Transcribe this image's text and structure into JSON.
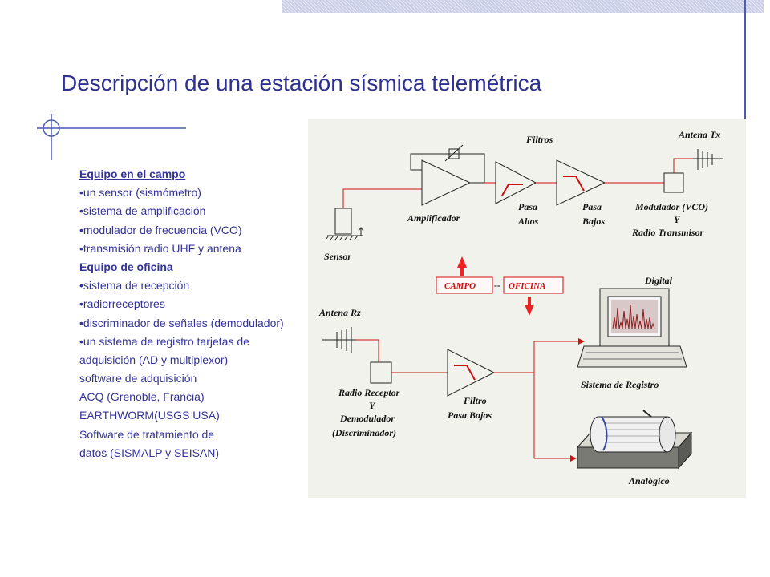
{
  "title": "Descripción de una estación sísmica telemétrica",
  "text_lines": [
    {
      "text": "Equipo en el campo",
      "heading": true
    },
    {
      "text": "•un sensor (sismómetro)",
      "heading": false
    },
    {
      "text": "•sistema de amplificación",
      "heading": false
    },
    {
      "text": "•modulador de frecuencia (VCO)",
      "heading": false
    },
    {
      "text": "•transmisión radio UHF y antena",
      "heading": false
    },
    {
      "text": "Equipo de oficina",
      "heading": true
    },
    {
      "text": "•sistema de recepción",
      "heading": false
    },
    {
      "text": "•radiorreceptores",
      "heading": false
    },
    {
      "text": "•discriminador de señales (demodulador)",
      "heading": false
    },
    {
      "text": "•un sistema de registro tarjetas de",
      "heading": false
    },
    {
      "text": "adquisición (AD y multiplexor)",
      "heading": false
    },
    {
      "text": "software de adquisición",
      "heading": false
    },
    {
      "text": "ACQ (Grenoble, Francia)",
      "heading": false
    },
    {
      "text": "EARTHWORM(USGS USA)",
      "heading": false
    },
    {
      "text": "Software de tratamiento de",
      "heading": false
    },
    {
      "text": "datos (SISMALP y SEISAN)",
      "heading": false
    }
  ],
  "diagram": {
    "filtros": "Filtros",
    "antena_tx": "Antena Tx",
    "amplificador": "Amplificador",
    "pasa_altos_1": "Pasa",
    "pasa_altos_2": "Altos",
    "pasa_bajos_1": "Pasa",
    "pasa_bajos_2": "Bajos",
    "modulador_1": "Modulador (VCO)",
    "modulador_2": "Y",
    "modulador_3": "Radio Transmisor",
    "sensor": "Sensor",
    "campo": "CAMPO",
    "separator": "--",
    "oficina": "OFICINA",
    "digital": "Digital",
    "antena_rx": "Antena Rz",
    "sistema_registro": "Sistema de Registro",
    "receptor_1": "Radio Receptor",
    "receptor_2": "Y",
    "receptor_3": "Demodulador",
    "receptor_4": "(Discriminador)",
    "filtro_1": "Filtro",
    "filtro_2": "Pasa  Bajos",
    "analogico": "Analógico"
  },
  "colors": {
    "title": "#2e3192",
    "text": "#333399",
    "signal": "#cc1111"
  }
}
